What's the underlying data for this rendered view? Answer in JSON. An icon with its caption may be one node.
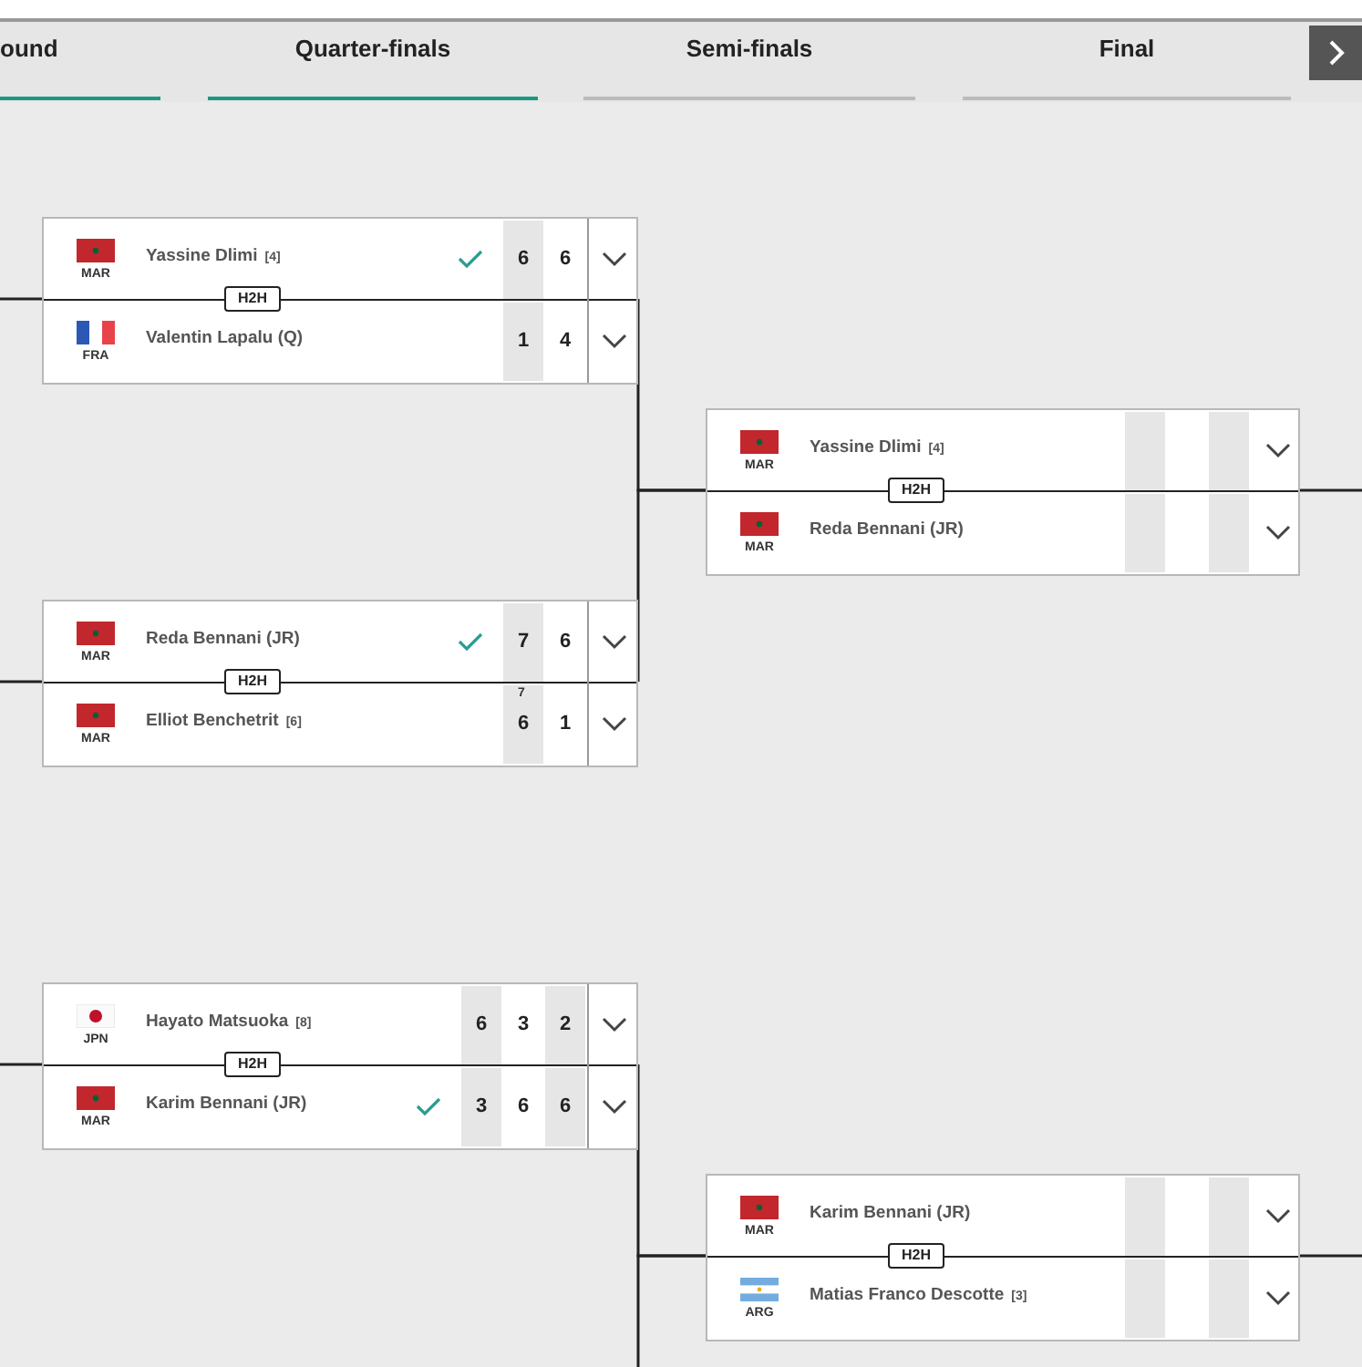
{
  "diagram": {
    "nodes": [
      {
        "text": [],
        "shape": "box"
      },
      {
        "text": [
          "MAR",
          "Yassine Dlimi",
          "[4]"
        ],
        "in": 0
      },
      {
        "text": [
          "6"
        ],
        "in": 1
      },
      {
        "text": [
          "6"
        ],
        "in": 1
      },
      {
        "text": [
          "H2H"
        ],
        "in": 0
      },
      {
        "text": [
          "FRA",
          "Valentin Lapalu (Q)"
        ],
        "in": 0
      },
      {
        "text": [
          "1"
        ],
        "in": 5
      },
      {
        "text": [
          "4"
        ],
        "in": 5
      },
      {
        "text": [],
        "shape": "box"
      },
      {
        "text": [
          "MAR",
          "Yassine Dlimi",
          "[4]"
        ],
        "in": 8
      },
      {
        "text": [],
        "shape": "box",
        "in": 9
      },
      {
        "text": [],
        "shape": "box",
        "in": 9
      },
      {
        "text": [
          "H2H"
        ],
        "in": 8
      },
      {
        "text": [
          "MAR",
          "Reda Bennani (JR)"
        ],
        "in": 8
      },
      {
        "text": [],
        "shape": "box",
        "in": 13
      },
      {
        "text": [],
        "shape": "box",
        "in": 13
      },
      {
        "text": [],
        "shape": "box"
      },
      {
        "text": [
          "MAR",
          "Reda Bennani (JR)"
        ],
        "in": 16
      },
      {
        "text": [
          "7"
        ],
        "in": 17
      },
      {
        "text": [
          "6"
        ],
        "in": 17
      },
      {
        "text": [
          "H2H"
        ],
        "in": 16
      },
      {
        "text": [
          "MAR",
          "Elliot Benchetrit",
          "[6]"
        ],
        "in": 16
      },
      {
        "text": [
          "7",
          "6"
        ],
        "in": 21
      },
      {
        "text": [
          "1"
        ],
        "in": 21
      },
      {
        "text": [],
        "shape": "box"
      },
      {
        "text": [
          "JPN",
          "Hayato Matsuoka",
          "[8]"
        ],
        "in": 24
      },
      {
        "text": [
          "6"
        ],
        "in": 25
      },
      {
        "text": [
          "3"
        ],
        "in": 25
      },
      {
        "text": [
          "2"
        ],
        "in": 25
      },
      {
        "text": [
          "H2H"
        ],
        "in": 24
      },
      {
        "text": [
          "MAR",
          "Karim Bennani (JR)"
        ],
        "in": 24
      },
      {
        "text": [
          "3"
        ],
        "in": 30
      },
      {
        "text": [
          "6"
        ],
        "in": 30
      },
      {
        "text": [
          "6"
        ],
        "in": 30
      },
      {
        "text": [],
        "shape": "box"
      },
      {
        "text": [
          "MAR",
          "Karim Bennani (JR)"
        ],
        "in": 34
      },
      {
        "text": [],
        "shape": "box",
        "in": 35
      },
      {
        "text": [],
        "shape": "box",
        "in": 35
      },
      {
        "text": [
          "H2H"
        ],
        "in": 34
      },
      {
        "text": [
          "ARG",
          "Matias Franco Descotte",
          "[3]"
        ],
        "in": 34
      },
      {
        "text": [],
        "shape": "box",
        "in": 39
      },
      {
        "text": [],
        "shape": "box",
        "in": 39
      }
    ],
    "edges": [
      {
        "from": null,
        "to": 0,
        "arrow": "none"
      },
      {
        "from": 0,
        "to": 8,
        "arrow": "none"
      },
      {
        "from": 8,
        "to": null,
        "arrow": "none"
      },
      {
        "from": null,
        "to": 16,
        "arrow": "none"
      },
      {
        "from": 16,
        "to": 8,
        "arrow": "none"
      },
      {
        "from": null,
        "to": 24,
        "arrow": "none"
      },
      {
        "from": 24,
        "to": 34,
        "arrow": "none"
      },
      {
        "from": null,
        "to": 34,
        "arrow": "none"
      },
      {
        "from": 34,
        "to": null,
        "arrow": "none"
      }
    ],
    "labels": [
      "ound",
      "Quarter-finals",
      "Semi-finals",
      "Final"
    ]
  }
}
